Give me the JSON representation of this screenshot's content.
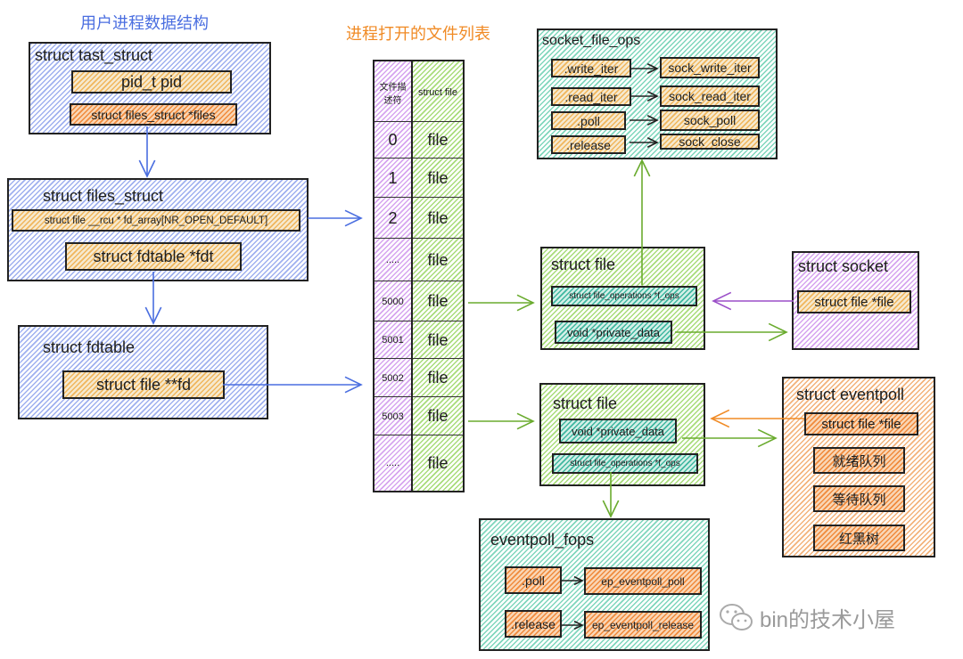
{
  "titles": {
    "user_process": "用户进程数据结构",
    "open_files": "进程打开的文件列表"
  },
  "colors": {
    "blue": "#4a6ee0",
    "orange": "#f08a24",
    "green": "#6aab2e",
    "purple": "#9b4fc8",
    "teal": "#3fb7a0"
  },
  "task_struct": {
    "title": "struct   tast_struct",
    "pid": "pid_t  pid",
    "files": "struct  files_struct *files"
  },
  "files_struct": {
    "title": "struct files_struct",
    "fd_array": "struct file __rcu * fd_array[NR_OPEN_DEFAULT]",
    "fdt": "struct fdtable *fdt"
  },
  "fdtable": {
    "title": "struct fdtable",
    "fd": "struct file **fd"
  },
  "fd_table": {
    "col1_header": "文件描述符",
    "col2_header": "struct file",
    "rows": [
      {
        "fd": "0",
        "file": "file"
      },
      {
        "fd": "1",
        "file": "file"
      },
      {
        "fd": "2",
        "file": "file"
      },
      {
        "fd": ".....",
        "file": "file"
      },
      {
        "fd": "5000",
        "file": "file"
      },
      {
        "fd": "5001",
        "file": "file"
      },
      {
        "fd": "5002",
        "file": "file"
      },
      {
        "fd": "5003",
        "file": "file"
      },
      {
        "fd": ".....",
        "file": "file"
      }
    ]
  },
  "socket_file_ops": {
    "title": "socket_file_ops",
    "ops": [
      {
        "name": ".write_iter",
        "impl": "sock_write_iter"
      },
      {
        "name": ".read_iter",
        "impl": "sock_read_iter"
      },
      {
        "name": ".poll",
        "impl": "sock_poll"
      },
      {
        "name": ".release",
        "impl": "sock_close"
      }
    ]
  },
  "socket_file": {
    "title": "struct file",
    "f_ops": "struct file_operations *f_ops",
    "private_data": "void *private_data"
  },
  "socket": {
    "title": "struct socket",
    "file": "struct file *file"
  },
  "epoll_file": {
    "title": "struct file",
    "private_data": "void *private_data",
    "f_ops": "struct file_operations *f_ops"
  },
  "eventpoll": {
    "title": "struct eventpoll",
    "file": "struct file *file",
    "items": [
      "就绪队列",
      "等待队列",
      "红黑树"
    ]
  },
  "eventpoll_fops": {
    "title": "eventpoll_fops",
    "ops": [
      {
        "name": ".poll",
        "impl": "ep_eventpoll_poll"
      },
      {
        "name": ".release",
        "impl": "ep_eventpoll_release"
      }
    ]
  },
  "watermark": {
    "text": "bin的技术小屋",
    "icon": "wechat-icon"
  }
}
